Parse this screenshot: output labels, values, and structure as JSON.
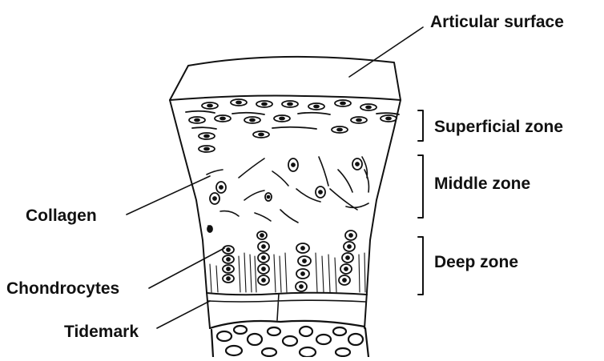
{
  "labels": {
    "articular_surface": "Articular surface",
    "superficial_zone": "Superficial zone",
    "middle_zone": "Middle zone",
    "deep_zone": "Deep zone",
    "collagen": "Collagen",
    "chondrocytes": "Chondrocytes",
    "tidemark": "Tidemark"
  },
  "colors": {
    "ink": "#111111",
    "background": "#ffffff"
  }
}
